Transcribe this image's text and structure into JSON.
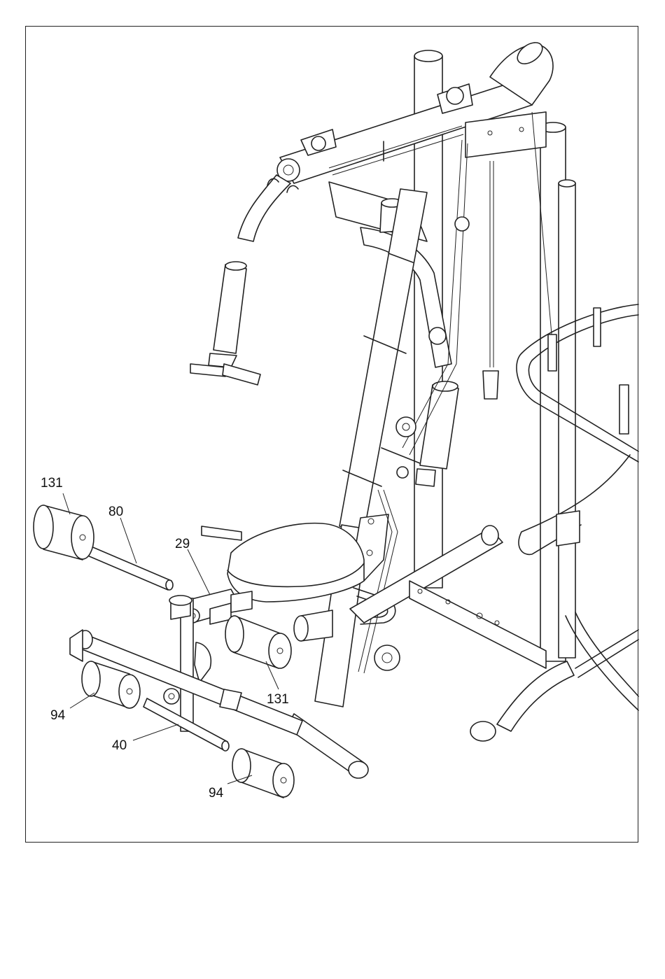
{
  "figure": {
    "kind": "exploded assembly drawing",
    "subject": "home gym leg developer attachment",
    "line_color": "#222222",
    "background": "#ffffff"
  },
  "callouts": [
    {
      "id": "callout-131-top",
      "label": "131"
    },
    {
      "id": "callout-80",
      "label": "80"
    },
    {
      "id": "callout-29",
      "label": "29"
    },
    {
      "id": "callout-131-bottom",
      "label": "131"
    },
    {
      "id": "callout-94-left",
      "label": "94"
    },
    {
      "id": "callout-40",
      "label": "40"
    },
    {
      "id": "callout-94-bottom",
      "label": "94"
    }
  ]
}
